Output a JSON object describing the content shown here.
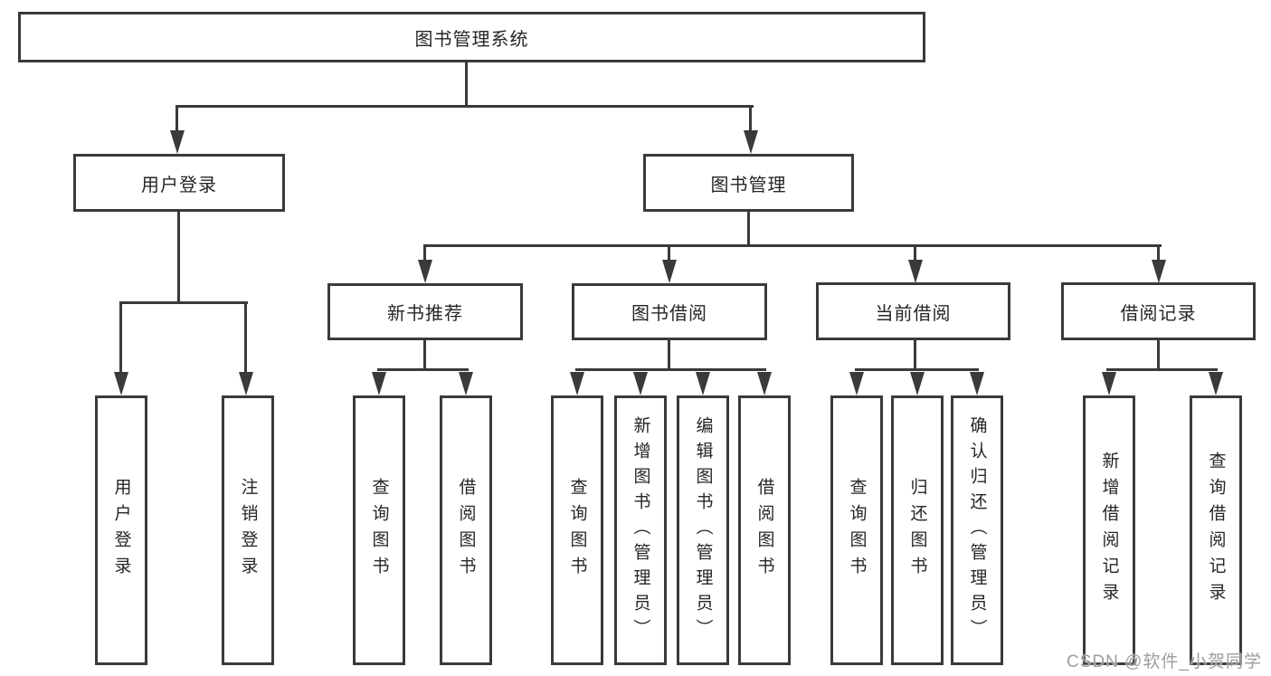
{
  "diagram": {
    "root": "图书管理系统",
    "branches": [
      {
        "label": "用户登录",
        "children": [
          "用户登录",
          "注销登录"
        ]
      },
      {
        "label": "图书管理",
        "groups": [
          {
            "label": "新书推荐",
            "children": [
              "查询图书",
              "借阅图书"
            ]
          },
          {
            "label": "图书借阅",
            "children": [
              "查询图书",
              "新增图书（管理员）",
              "编辑图书（管理员）",
              "借阅图书"
            ]
          },
          {
            "label": "当前借阅",
            "children": [
              "查询图书",
              "归还图书",
              "确认归还（管理员）"
            ]
          },
          {
            "label": "借阅记录",
            "children": [
              "新增借阅记录",
              "查询借阅记录"
            ]
          }
        ]
      }
    ]
  },
  "watermark": "CSDN @软件_小贺同学",
  "colors": {
    "line": "#3a3a3a",
    "text": "#262626",
    "watermark": "#9d9d9d",
    "background": "#ffffff"
  }
}
